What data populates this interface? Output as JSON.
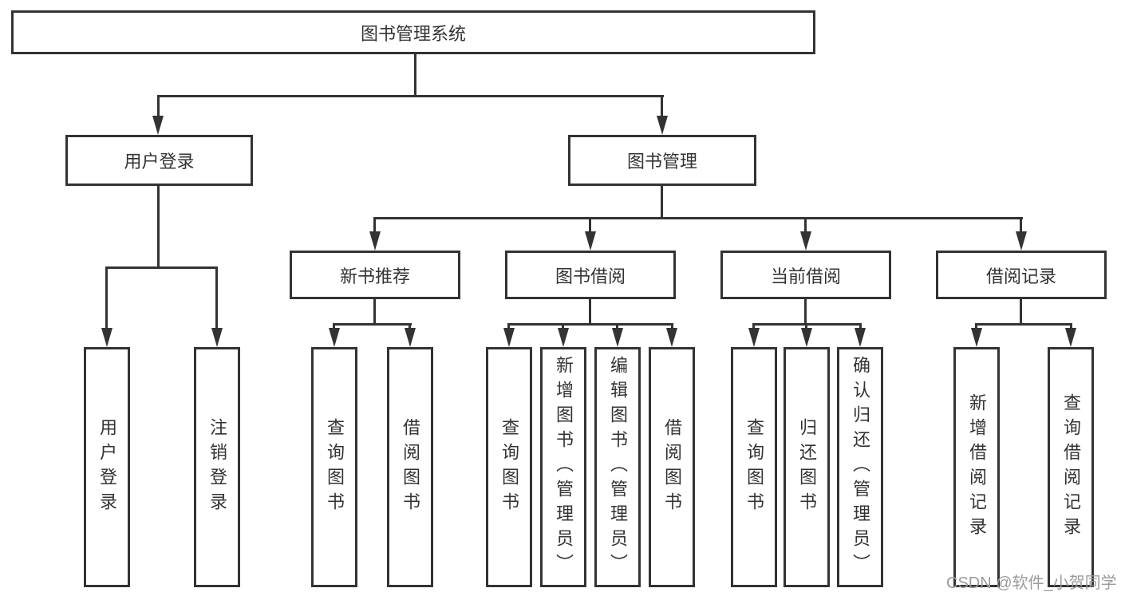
{
  "diagram": {
    "title": "图书管理系统",
    "level2": [
      "用户登录",
      "图书管理"
    ],
    "level3": [
      "新书推荐",
      "图书借阅",
      "当前借阅",
      "借阅记录"
    ],
    "leaves": [
      "用户登录",
      "注销登录",
      "查询图书",
      "借阅图书",
      "查询图书",
      "新增图书（管理员）",
      "编辑图书（管理员）",
      "借阅图书",
      "查询图书",
      "归还图书",
      "确认归还（管理员）",
      "新增借阅记录",
      "查询借阅记录"
    ],
    "watermark": "CSDN @软件_小贺同学",
    "colors": {
      "line": "#333333",
      "text": "#333333",
      "box_background": "#ffffff",
      "watermark": "#9b9b9b"
    }
  }
}
